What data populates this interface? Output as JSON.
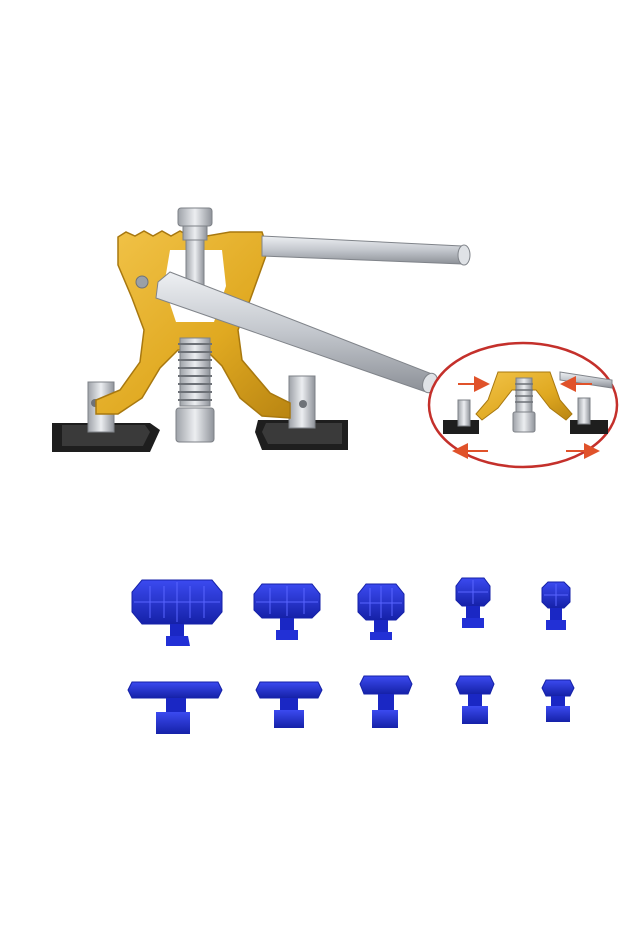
{
  "image": {
    "background_color": "#ffffff",
    "subjects": [
      "dent-lifter-tool",
      "foot-adjustment-inset",
      "glue-tab-set"
    ]
  },
  "colors": {
    "frame_gold": "#e0a921",
    "frame_gold_dark": "#b98512",
    "handle_silver": "#c9ccd1",
    "foot_black": "#1e1e1e",
    "arrow_red": "#e0522a",
    "inset_ring_red": "#c4302b",
    "tab_blue": "#2230d6",
    "tab_blue_dark": "#1521a8"
  },
  "inset": {
    "arrows": [
      "right-arrow",
      "left-arrow",
      "left-arrow",
      "right-arrow"
    ]
  },
  "glue_tabs": {
    "top_row_count": 5,
    "bottom_row_count": 5
  }
}
